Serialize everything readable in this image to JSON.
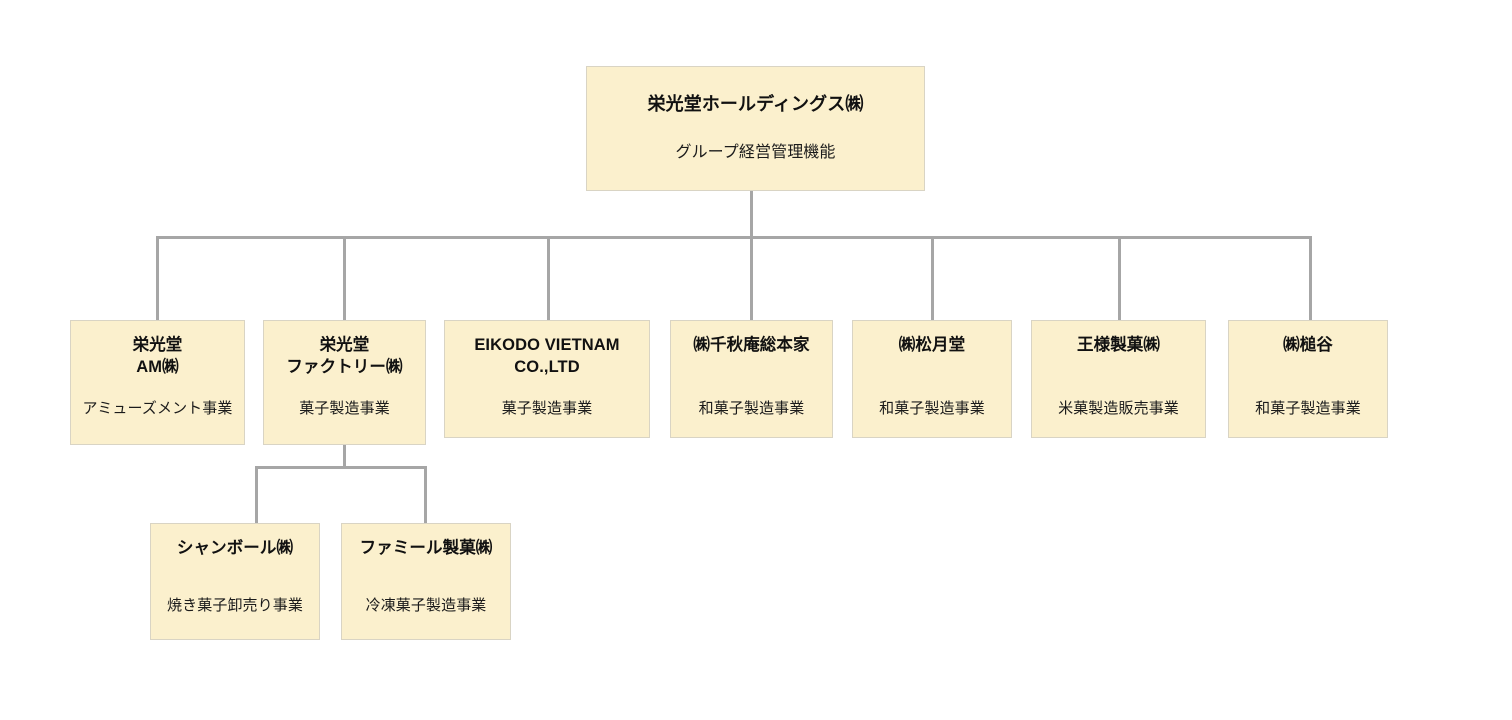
{
  "diagram": {
    "kind": "organization-chart",
    "background_color": "#ffffff",
    "box_fill_color": "#fbf0cd",
    "box_border_color": "#d9d4c4",
    "connector_color": "#a6a6a6",
    "text_color": "#111111"
  },
  "root": {
    "title": "栄光堂ホールディングス㈱",
    "description": "グループ経営管理機能"
  },
  "level2": [
    {
      "title": "栄光堂\nAM㈱",
      "description": "アミューズメント事業"
    },
    {
      "title": "栄光堂\nファクトリー㈱",
      "description": "菓子製造事業"
    },
    {
      "title": "EIKODO VIETNAM\nCO.,LTD",
      "description": "菓子製造事業"
    },
    {
      "title": "㈱千秋庵総本家",
      "description": "和菓子製造事業"
    },
    {
      "title": "㈱松月堂",
      "description": "和菓子製造事業"
    },
    {
      "title": "王様製菓㈱",
      "description": "米菓製造販売事業"
    },
    {
      "title": "㈱槌谷",
      "description": "和菓子製造事業"
    }
  ],
  "level3": [
    {
      "title": "シャンボール㈱",
      "description": "焼き菓子卸売り事業"
    },
    {
      "title": "ファミール製菓㈱",
      "description": "冷凍菓子製造事業"
    }
  ]
}
